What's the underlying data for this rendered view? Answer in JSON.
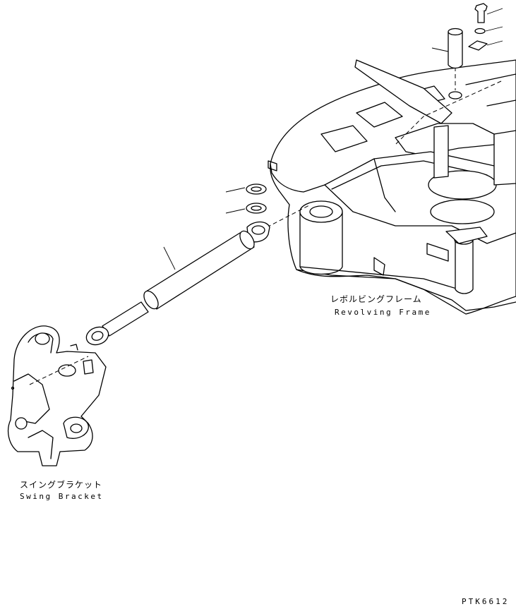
{
  "labels": {
    "revolving_frame_jp": "レボルビングフレーム",
    "revolving_frame_en": "Revolving Frame",
    "swing_bracket_jp": "スイングブラケット",
    "swing_bracket_en": "Swing Bracket",
    "drawing_code": "PTK6612"
  },
  "colors": {
    "line": "#000000",
    "background": "#ffffff"
  }
}
